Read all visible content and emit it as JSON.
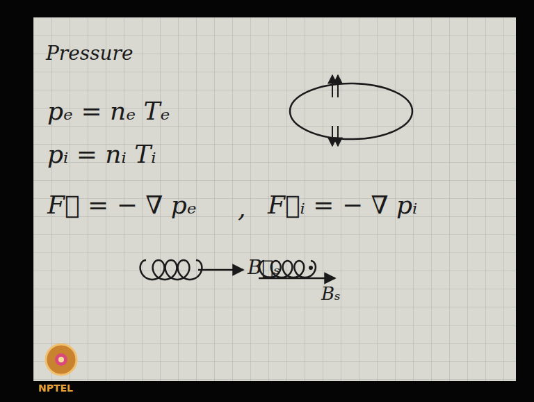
{
  "diagram": {
    "labels": [
      "Pressure",
      "pₑ = nₑ Tₑ",
      "pᵢ = nᵢ Tᵢ",
      "F⃗ = − ∇ pₑ",
      ",",
      "F⃗ᵢ = − ∇ pᵢ",
      "B⃗ₛ",
      "Bₛ",
      "NPTEL"
    ]
  }
}
